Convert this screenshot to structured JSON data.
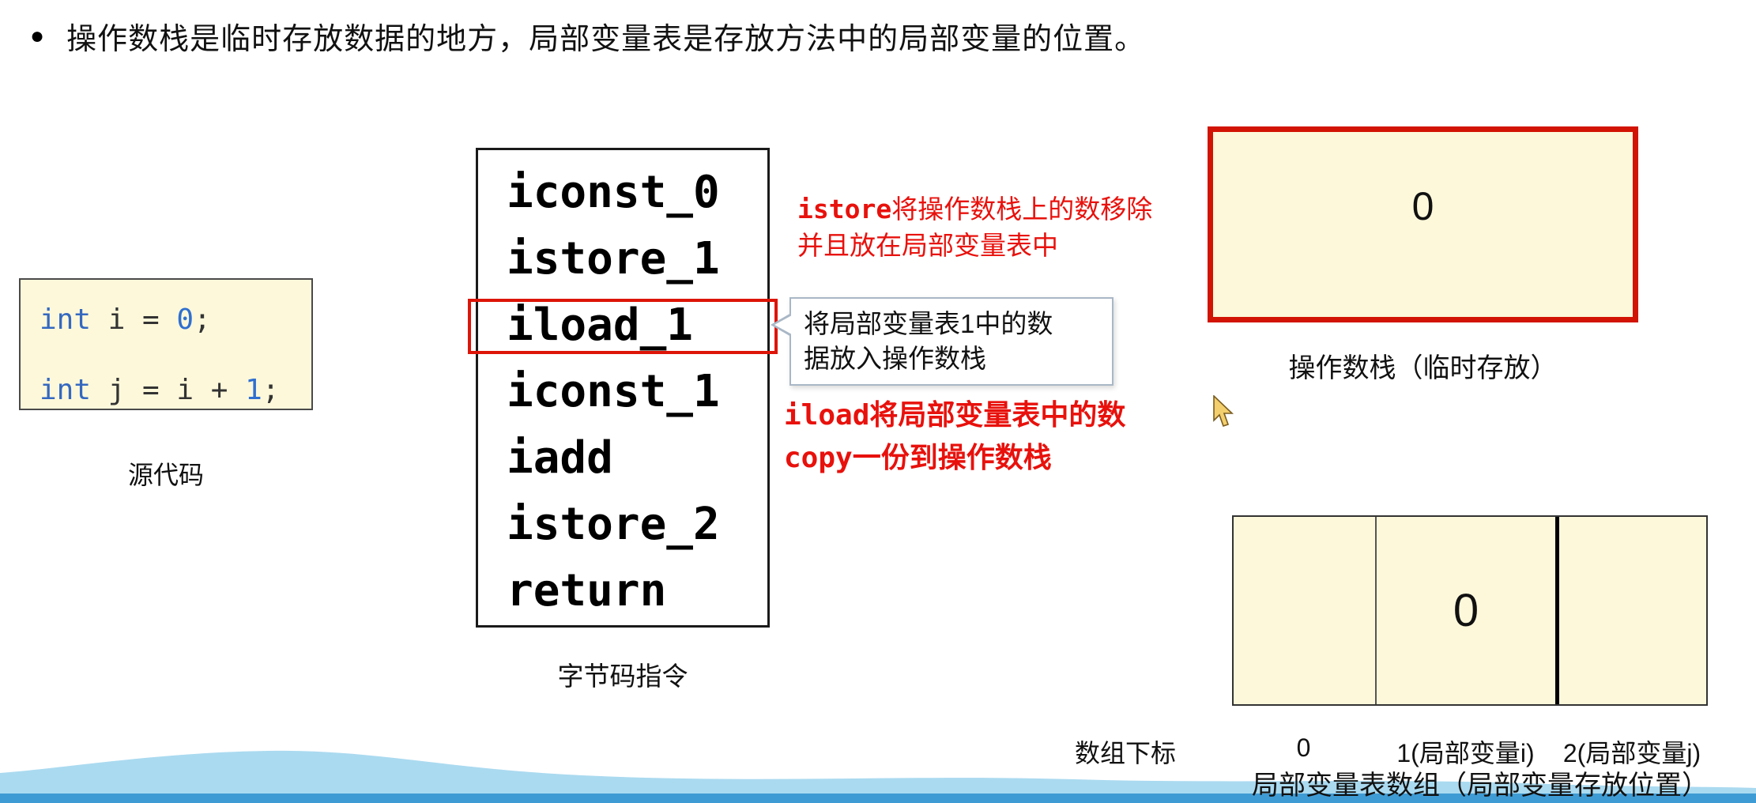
{
  "heading": {
    "text": "操作数栈是临时存放数据的地方，局部变量表是存放方法中的局部变量的位置。"
  },
  "icons": {
    "bullet_icon": "●",
    "mouse_cursor_icon": "pointer-arrow",
    "callout_pointer_icon": "left-triangle"
  },
  "source_code": {
    "label": "源代码",
    "line1": {
      "keyword": "int",
      "middle": " i = ",
      "number": "0",
      "semicolon": ";"
    },
    "line2": {
      "keyword": "int",
      "middle": " j = i + ",
      "number": "1",
      "semicolon": ";"
    }
  },
  "bytecode": {
    "label": "字节码指令",
    "instructions": [
      "iconst_0",
      "istore_1",
      "iload_1",
      "iconst_1",
      "iadd",
      "istore_2",
      "return"
    ],
    "highlighted_instruction": "iload_1"
  },
  "annotations": {
    "istore_note": {
      "code": "istore",
      "line1_rest": "将操作数栈上的数移除",
      "line2": "并且放在局部变量表中"
    },
    "callout": {
      "line1": "将局部变量表1中的数",
      "line2": "据放入操作数栈"
    },
    "iload_note": {
      "code1": "iload",
      "line1_rest": "将局部变量表中的数",
      "code2": "copy",
      "line2_rest": "一份到操作数栈"
    }
  },
  "operand_stack": {
    "value": "0",
    "label": "操作数栈（临时存放）"
  },
  "local_variable_table": {
    "cells": [
      "",
      "0",
      ""
    ],
    "row_label": "数组下标",
    "indices": [
      "0",
      "1(局部变量i)",
      "2(局部变量j)"
    ],
    "caption": "局部变量表数组（局部变量存放位置）"
  },
  "colors": {
    "annotation_red": "#e8110c",
    "highlight_box_red": "#dd1508",
    "operand_stack_border_red": "#d21404",
    "panel_yellow": "#fdf8da",
    "code_keyword_blue": "#3468c0",
    "wave_light_blue": "#aadaf0",
    "wave_dark_blue": "#3f9bd4"
  }
}
